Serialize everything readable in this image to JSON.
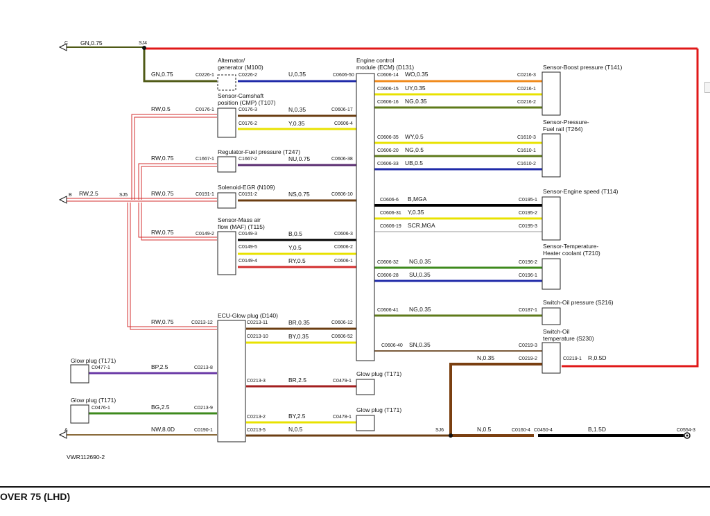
{
  "components": [
    {
      "key": "alt",
      "lines": [
        "Alternator/",
        "generator (M100)"
      ]
    },
    {
      "key": "cmp",
      "lines": [
        "Sensor-Camshaft",
        "position (CMP) (T107)"
      ]
    },
    {
      "key": "reg",
      "lines": [
        "Regulator-Fuel pressure (T247)"
      ]
    },
    {
      "key": "egr",
      "lines": [
        "Solenoid-EGR (N109)"
      ]
    },
    {
      "key": "maf",
      "lines": [
        "Sensor-Mass air",
        "flow (MAF) (T115)"
      ]
    },
    {
      "key": "glowecu",
      "lines": [
        "ECU-Glow plug (D140)"
      ]
    },
    {
      "key": "ecm",
      "lines": [
        "Engine control",
        "module (ECM) (D131)"
      ]
    },
    {
      "key": "boost",
      "lines": [
        "Sensor-Boost pressure (T141)"
      ]
    },
    {
      "key": "fuelrail",
      "lines": [
        "Sensor-Pressure-",
        "Fuel rail (T264)"
      ]
    },
    {
      "key": "speed",
      "lines": [
        "Sensor-Engine speed (T114)"
      ]
    },
    {
      "key": "coolant",
      "lines": [
        "Sensor-Temperature-",
        "Heater coolant (T210)"
      ]
    },
    {
      "key": "oilp",
      "lines": [
        "Switch-Oil pressure (S216)"
      ]
    },
    {
      "key": "oilt",
      "lines": [
        "Switch-Oil",
        "temperature (S230)"
      ]
    },
    {
      "key": "gp1",
      "lines": [
        "Glow plug (T171)"
      ]
    },
    {
      "key": "gp2",
      "lines": [
        "Glow plug (T171)"
      ]
    },
    {
      "key": "gp3",
      "lines": [
        "Glow plug (T171)"
      ]
    },
    {
      "key": "gp4",
      "lines": [
        "Glow plug (T171)"
      ]
    }
  ],
  "wires": [
    {
      "key": "w-gn075-top",
      "label": "GN,0.75",
      "color": "#4f5a16"
    },
    {
      "key": "w-gn075-alt",
      "label": "GN,0.75",
      "color": "#4f5a16"
    },
    {
      "key": "w-u035",
      "label": "U,0.35",
      "color": "#1f2aa8"
    },
    {
      "key": "w-rw05",
      "label": "RW,0.5",
      "color": "#d32d2d"
    },
    {
      "key": "w-n035-cmp",
      "label": "N,0.35",
      "color": "#6b3e12"
    },
    {
      "key": "w-y035-cmp",
      "label": "Y,0.35",
      "color": "#e8e200"
    },
    {
      "key": "w-rw075-reg",
      "label": "RW,0.75",
      "color": "#d32d2d"
    },
    {
      "key": "w-nu075",
      "label": "NU,0.75",
      "color": "#5a2c70"
    },
    {
      "key": "w-rw25",
      "label": "RW,2.5",
      "color": "#d32d2d"
    },
    {
      "key": "w-rw075-egr",
      "label": "RW,0.75",
      "color": "#d32d2d"
    },
    {
      "key": "w-ns075",
      "label": "NS,0.75",
      "color": "#6b3e12"
    },
    {
      "key": "w-rw075-maf",
      "label": "RW,0.75",
      "color": "#d32d2d"
    },
    {
      "key": "w-b05-maf",
      "label": "B,0.5",
      "color": "#000000"
    },
    {
      "key": "w-y05-maf",
      "label": "Y,0.5",
      "color": "#e8e200"
    },
    {
      "key": "w-ry05",
      "label": "RY,0.5",
      "color": "#d32d2d"
    },
    {
      "key": "w-rw075-ecu",
      "label": "RW,0.75",
      "color": "#d32d2d"
    },
    {
      "key": "w-br035",
      "label": "BR,0.35",
      "color": "#6b3e12"
    },
    {
      "key": "w-by035",
      "label": "BY,0.35",
      "color": "#e8e200"
    },
    {
      "key": "w-bp25",
      "label": "BP,2.5",
      "color": "#6a3aa6"
    },
    {
      "key": "w-bg25",
      "label": "BG,2.5",
      "color": "#3d8a1c"
    },
    {
      "key": "w-br25",
      "label": "BR,2.5",
      "color": "#a31e1e"
    },
    {
      "key": "w-by25",
      "label": "BY,2.5",
      "color": "#e8e200"
    },
    {
      "key": "w-nw80d",
      "label": "NW,8.0D",
      "color": "#8a6a3a"
    },
    {
      "key": "w-n05-ecu",
      "label": "N,0.5",
      "color": "#6b3e12"
    },
    {
      "key": "w-wo035",
      "label": "WO,0.35",
      "color": "#f08a1c"
    },
    {
      "key": "w-uy035",
      "label": "UY,0.35",
      "color": "#e8e200"
    },
    {
      "key": "w-ng035-boost",
      "label": "NG,0.35",
      "color": "#5e7a1a"
    },
    {
      "key": "w-wy05",
      "label": "WY,0.5",
      "color": "#e8e200"
    },
    {
      "key": "w-ng05",
      "label": "NG,0.5",
      "color": "#5e7a1a"
    },
    {
      "key": "w-ub05",
      "label": "UB,0.5",
      "color": "#1f2aa8"
    },
    {
      "key": "w-bmga",
      "label": "B,MGA",
      "color": "#000000"
    },
    {
      "key": "w-y035-speed",
      "label": "Y,0.35",
      "color": "#e8e200"
    },
    {
      "key": "w-scrmga",
      "label": "SCR,MGA",
      "color": "#999999"
    },
    {
      "key": "w-ng035-cool",
      "label": "NG,0.35",
      "color": "#3d8a1c"
    },
    {
      "key": "w-su035",
      "label": "SU,0.35",
      "color": "#1f2aa8"
    },
    {
      "key": "w-ng035-oilp",
      "label": "NG,0.35",
      "color": "#5e7a1a"
    },
    {
      "key": "w-sn035",
      "label": "SN,0.35",
      "color": "#7a5a3a"
    },
    {
      "key": "w-n035-oilt",
      "label": "N,0.35",
      "color": "#7a3f10"
    },
    {
      "key": "w-r05d",
      "label": "R,0.5D",
      "color": "#e01818"
    },
    {
      "key": "w-n05-ground",
      "label": "N,0.5",
      "color": "#7a3f10"
    },
    {
      "key": "w-b15d",
      "label": "B,1.5D",
      "color": "#000000"
    }
  ],
  "connectors": [
    "C0226-1",
    "C0226-2",
    "C0606-50",
    "C0176-1",
    "C0176-3",
    "C0606-17",
    "C0176-2",
    "C0606-4",
    "C1667-1",
    "C1667-2",
    "C0606-38",
    "C0191-1",
    "C0191-2",
    "C0606-10",
    "C0149-2",
    "C0149-3",
    "C0606-3",
    "C0149-5",
    "C0606-2",
    "C0149-4",
    "C0606-1",
    "C0213-12",
    "C0213-11",
    "C0606-12",
    "C0213-10",
    "C0606-52",
    "C0477-1",
    "C0213-8",
    "C0213-3",
    "C0479-1",
    "C0476-1",
    "C0213-9",
    "C0213-2",
    "C0478-1",
    "C0190-1",
    "C0213-5",
    "C0606-14",
    "C0216-3",
    "C0606-15",
    "C0216-1",
    "C0606-16",
    "C0216-2",
    "C0606-35",
    "C1610-3",
    "C0606-20",
    "C1610-1",
    "C0606-33",
    "C1610-2",
    "C0606-6",
    "C0195-1",
    "C0606-31",
    "C0195-2",
    "C0606-19",
    "C0195-3",
    "C0606-32",
    "C0196-2",
    "C0606-28",
    "C0196-1",
    "C0606-41",
    "C0187-1",
    "C0606-40",
    "C0219-3",
    "C0219-2",
    "C0219-1",
    "C0160-4",
    "C0450-4",
    "C0554-3"
  ],
  "splices": [
    "SJ4",
    "SJ5",
    "SJ6"
  ],
  "offpage": [
    "C",
    "B",
    "A"
  ],
  "drawing_ref": "VWR112690-2",
  "footer_title": "OVER 75 (LHD)"
}
